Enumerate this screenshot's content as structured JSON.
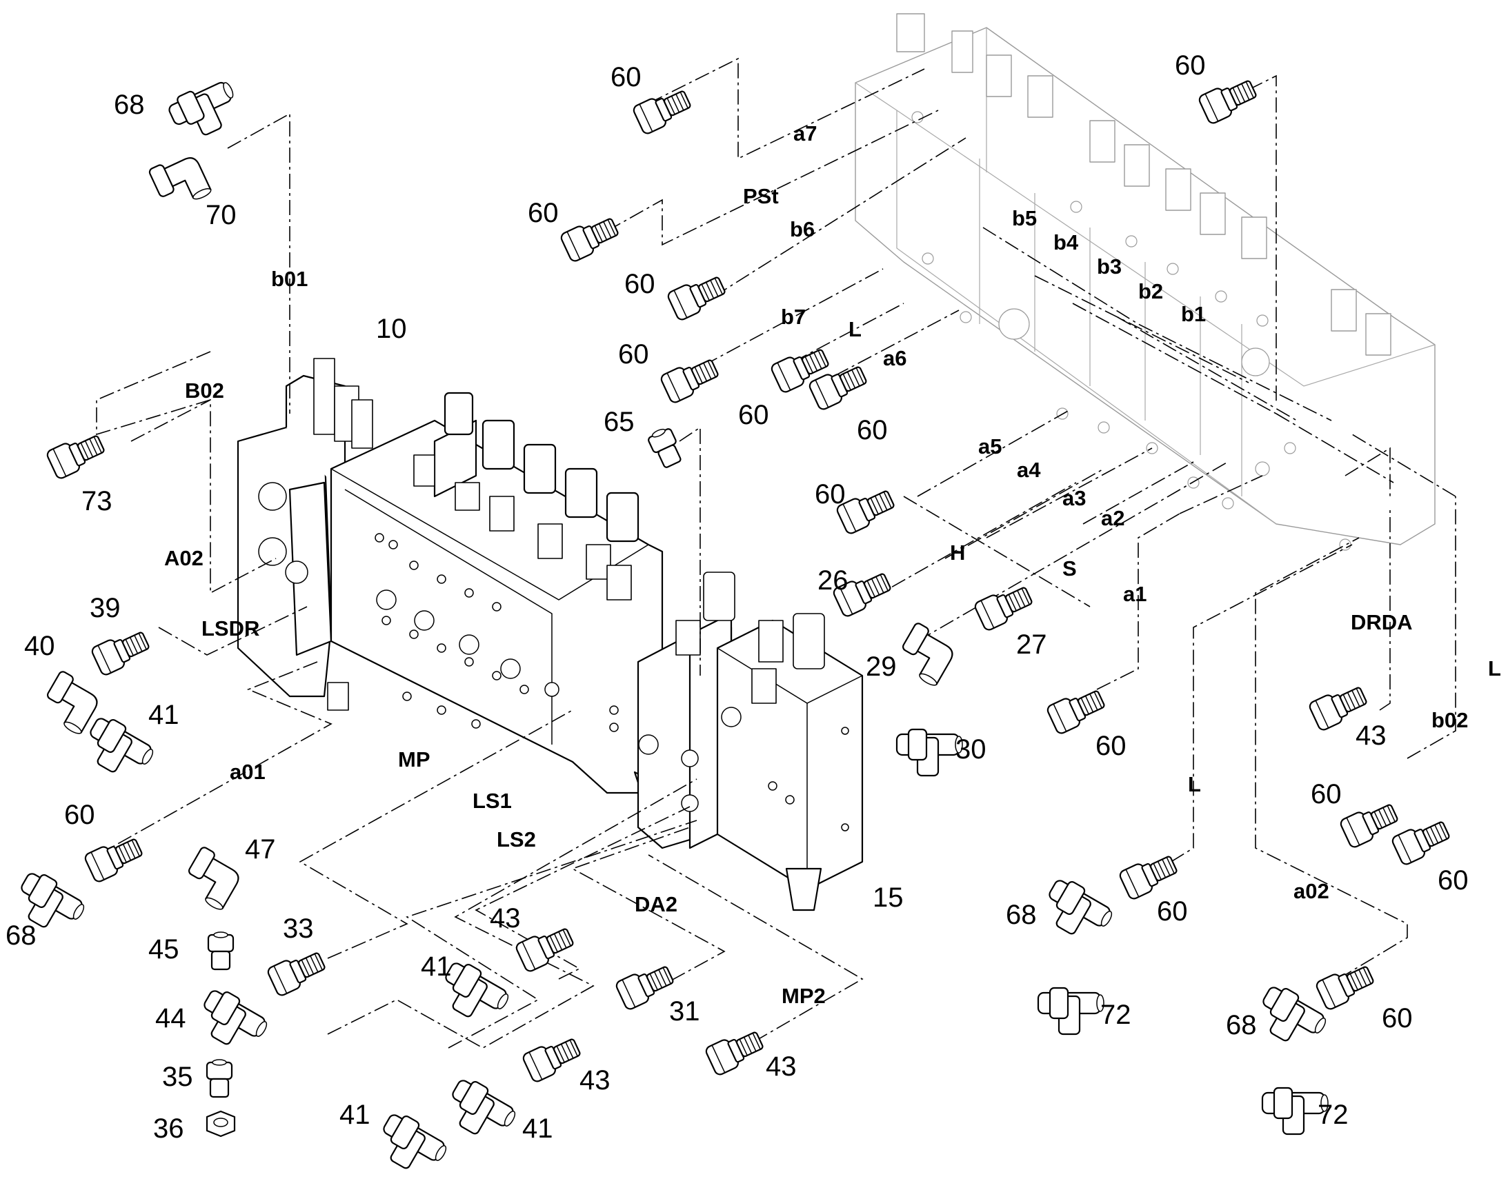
{
  "assemblies": [
    {
      "id": "main-valve",
      "number": "10"
    },
    {
      "id": "end-block",
      "number": "15"
    }
  ],
  "fittings": [
    {
      "id": "f68a",
      "number": "68",
      "type": "tee"
    },
    {
      "id": "f70",
      "number": "70",
      "type": "elbow"
    },
    {
      "id": "f73",
      "number": "73",
      "type": "plug"
    },
    {
      "id": "f39",
      "number": "39",
      "type": "plug"
    },
    {
      "id": "f40",
      "number": "40",
      "type": "elbow"
    },
    {
      "id": "f41a",
      "number": "41",
      "type": "tee"
    },
    {
      "id": "f60a",
      "number": "60",
      "type": "plug"
    },
    {
      "id": "f68b",
      "number": "68",
      "type": "tee"
    },
    {
      "id": "f47",
      "number": "47",
      "type": "elbow"
    },
    {
      "id": "f45",
      "number": "45",
      "type": "nipple"
    },
    {
      "id": "f44",
      "number": "44",
      "type": "tee"
    },
    {
      "id": "f35",
      "number": "35",
      "type": "nipple"
    },
    {
      "id": "f36",
      "number": "36",
      "type": "nut"
    },
    {
      "id": "f33",
      "number": "33",
      "type": "plug"
    },
    {
      "id": "f41b",
      "number": "41",
      "type": "tee"
    },
    {
      "id": "f43a",
      "number": "43",
      "type": "plug"
    },
    {
      "id": "f41c",
      "number": "41",
      "type": "tee"
    },
    {
      "id": "f41d",
      "number": "41",
      "type": "tee"
    },
    {
      "id": "f43b",
      "number": "43",
      "type": "plug"
    },
    {
      "id": "f31",
      "number": "31",
      "type": "plug"
    },
    {
      "id": "f43c",
      "number": "43",
      "type": "plug"
    },
    {
      "id": "f65",
      "number": "65",
      "type": "nipple"
    },
    {
      "id": "f60b",
      "number": "60",
      "type": "plug"
    },
    {
      "id": "f60c",
      "number": "60",
      "type": "plug"
    },
    {
      "id": "f60d",
      "number": "60",
      "type": "plug"
    },
    {
      "id": "f60e",
      "number": "60",
      "type": "plug"
    },
    {
      "id": "f60f",
      "number": "60",
      "type": "plug"
    },
    {
      "id": "f60g",
      "number": "60",
      "type": "plug"
    },
    {
      "id": "f60h",
      "number": "60",
      "type": "plug"
    },
    {
      "id": "f60i",
      "number": "60",
      "type": "plug"
    },
    {
      "id": "f26",
      "number": "26",
      "type": "plug"
    },
    {
      "id": "f29",
      "number": "29",
      "type": "elbow"
    },
    {
      "id": "f27",
      "number": "27",
      "type": "plug"
    },
    {
      "id": "f30",
      "number": "30",
      "type": "tee"
    },
    {
      "id": "f60j",
      "number": "60",
      "type": "plug"
    },
    {
      "id": "f43d",
      "number": "43",
      "type": "plug"
    },
    {
      "id": "f60k",
      "number": "60",
      "type": "plug"
    },
    {
      "id": "f60l",
      "number": "60",
      "type": "plug"
    },
    {
      "id": "f60m",
      "number": "60",
      "type": "plug"
    },
    {
      "id": "f68c",
      "number": "68",
      "type": "tee"
    },
    {
      "id": "f72a",
      "number": "72",
      "type": "tee"
    },
    {
      "id": "f60n",
      "number": "60",
      "type": "plug"
    },
    {
      "id": "f68d",
      "number": "68",
      "type": "tee"
    },
    {
      "id": "f72b",
      "number": "72",
      "type": "tee"
    }
  ],
  "ports": [
    {
      "id": "p-b01",
      "label": "b01"
    },
    {
      "id": "p-B02",
      "label": "B02"
    },
    {
      "id": "p-A02",
      "label": "A02"
    },
    {
      "id": "p-LSDR",
      "label": "LSDR"
    },
    {
      "id": "p-a01",
      "label": "a01"
    },
    {
      "id": "p-MP",
      "label": "MP"
    },
    {
      "id": "p-LS1",
      "label": "LS1"
    },
    {
      "id": "p-LS2",
      "label": "LS2"
    },
    {
      "id": "p-DA2",
      "label": "DA2"
    },
    {
      "id": "p-MP2",
      "label": "MP2"
    },
    {
      "id": "p-a7",
      "label": "a7"
    },
    {
      "id": "p-PSt",
      "label": "PSt"
    },
    {
      "id": "p-b6",
      "label": "b6"
    },
    {
      "id": "p-b7",
      "label": "b7"
    },
    {
      "id": "p-L1",
      "label": "L"
    },
    {
      "id": "p-a6",
      "label": "a6"
    },
    {
      "id": "p-b5",
      "label": "b5"
    },
    {
      "id": "p-b4",
      "label": "b4"
    },
    {
      "id": "p-b3",
      "label": "b3"
    },
    {
      "id": "p-b2",
      "label": "b2"
    },
    {
      "id": "p-b1",
      "label": "b1"
    },
    {
      "id": "p-a5",
      "label": "a5"
    },
    {
      "id": "p-a4",
      "label": "a4"
    },
    {
      "id": "p-a3",
      "label": "a3"
    },
    {
      "id": "p-a2",
      "label": "a2"
    },
    {
      "id": "p-H",
      "label": "H"
    },
    {
      "id": "p-S",
      "label": "S"
    },
    {
      "id": "p-a1",
      "label": "a1"
    },
    {
      "id": "p-DRDA",
      "label": "DRDA"
    },
    {
      "id": "p-L2",
      "label": "L"
    },
    {
      "id": "p-b02",
      "label": "b02"
    },
    {
      "id": "p-L3",
      "label": "L"
    },
    {
      "id": "p-a02",
      "label": "a02"
    }
  ]
}
